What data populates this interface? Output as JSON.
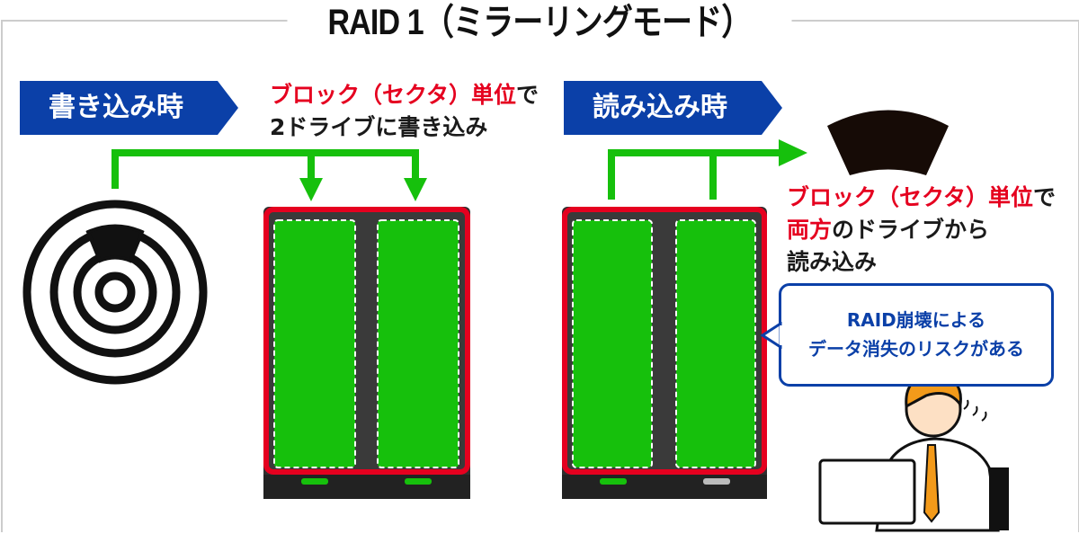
{
  "title": "RAID 1（ミラーリングモード）",
  "write": {
    "banner": "書き込み時",
    "desc_red": "ブロック（セクタ）単位",
    "desc_black": "で",
    "desc_line2": "2ドライブに書き込み"
  },
  "read": {
    "banner": "読み込み時",
    "line1_red": "ブロック（セクタ）単位",
    "line1_black": "で",
    "line2_red": "両方",
    "line2_black": "のドライブから",
    "line3": "読み込み"
  },
  "bubble": {
    "line1": "RAID崩壊による",
    "line2": "データ消失のリスクがある"
  },
  "colors": {
    "blue": "#0b40a8",
    "red": "#e5001f",
    "green": "#16c00c",
    "nas": "#2e2e2e"
  }
}
